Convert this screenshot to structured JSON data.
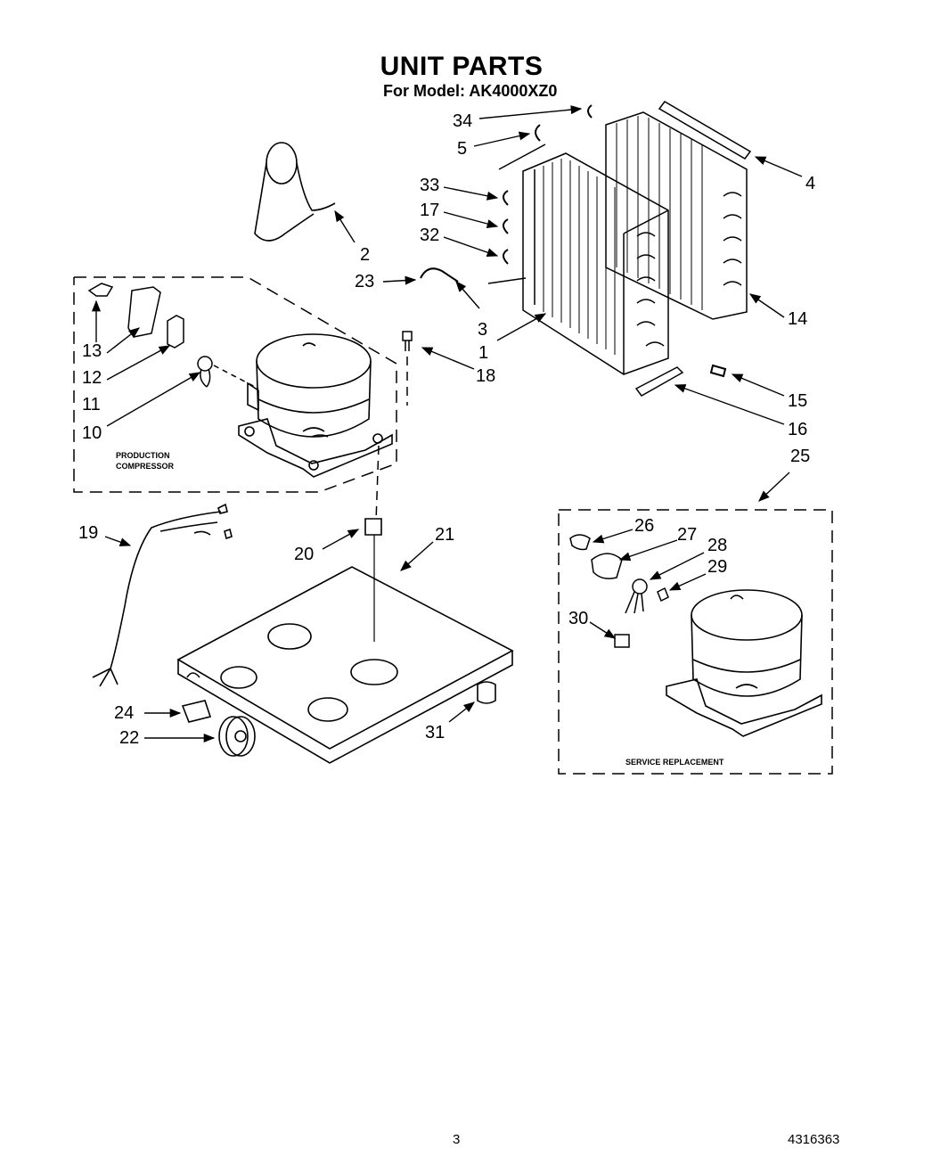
{
  "header": {
    "title": "UNIT PARTS",
    "subtitle": "For Model: AK4000XZ0"
  },
  "callouts": [
    "1",
    "2",
    "3",
    "4",
    "5",
    "10",
    "11",
    "12",
    "13",
    "14",
    "15",
    "16",
    "17",
    "18",
    "19",
    "20",
    "21",
    "22",
    "23",
    "24",
    "25",
    "26",
    "27",
    "28",
    "29",
    "30",
    "31",
    "32",
    "33",
    "34"
  ],
  "box_labels": {
    "production_line1": "PRODUCTION",
    "production_line2": "COMPRESSOR",
    "service": "SERVICE REPLACEMENT"
  },
  "footer": {
    "page_number": "3",
    "document_number": "4316363"
  }
}
